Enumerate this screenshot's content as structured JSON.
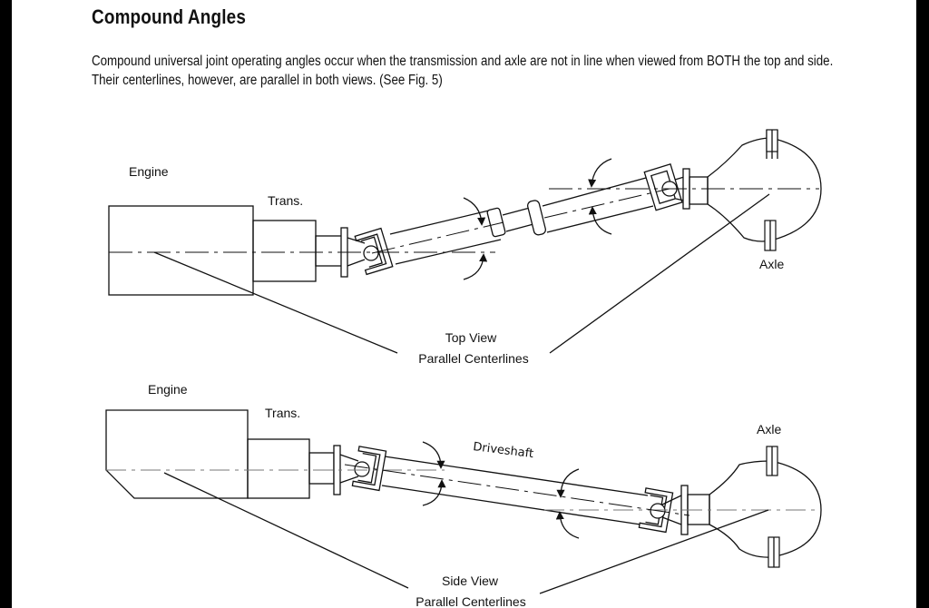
{
  "section": {
    "title": "Compound Angles",
    "paragraph": "Compound universal joint operating angles occur when the transmission and axle are not in line when viewed from BOTH the top and side. Their centerlines, however, are parallel in both views. (See Fig. 5)"
  },
  "top_view": {
    "engine_label": "Engine",
    "trans_label": "Trans.",
    "axle_label": "Axle",
    "caption_line1": "Top View",
    "caption_line2": "Parallel Centerlines"
  },
  "side_view": {
    "engine_label": "Engine",
    "trans_label": "Trans.",
    "axle_label": "Axle",
    "driveshaft_label": "Driveshaft",
    "caption_line1": "Side View",
    "caption_line2": "Parallel Centerlines"
  }
}
